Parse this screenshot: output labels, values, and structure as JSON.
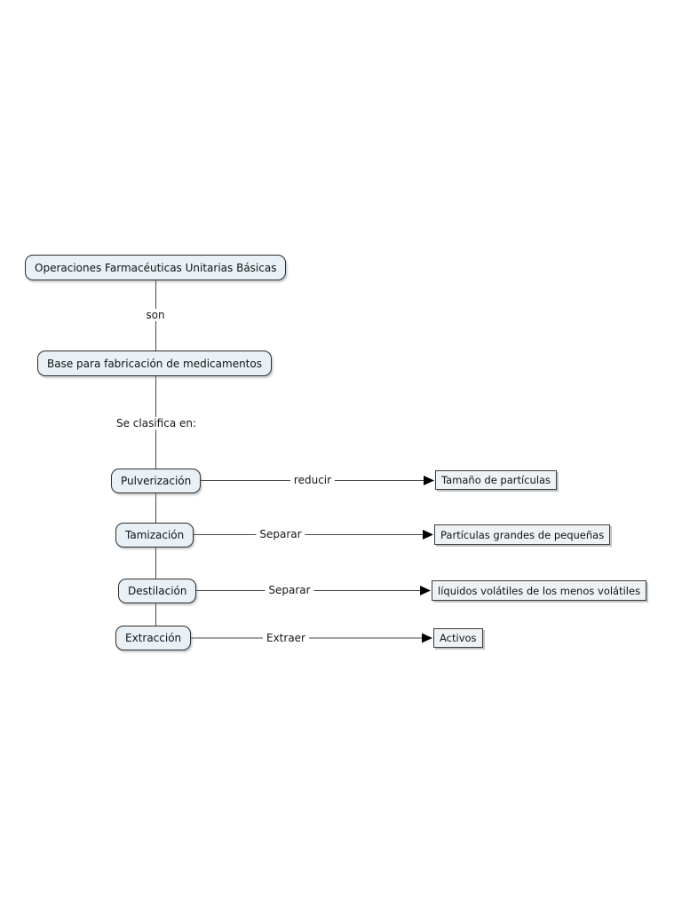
{
  "concept_map": {
    "root": {
      "label": "Operaciones Farmacéuticas Unitarias Básicas"
    },
    "base": {
      "label": "Base para fabricación de medicamentos"
    },
    "links": {
      "son": "son",
      "classification": "Se clasifica en:"
    },
    "operations": [
      {
        "name": "Pulverización",
        "verb": "reducir",
        "result": "Tamaño de partículas"
      },
      {
        "name": "Tamización",
        "verb": "Separar",
        "result": "Partículas grandes de pequeñas"
      },
      {
        "name": "Destilación",
        "verb": "Separar",
        "result": "líquidos volátiles de los menos volátiles"
      },
      {
        "name": "Extracción",
        "verb": "Extraer",
        "result": "Activos"
      }
    ],
    "colors": {
      "background": "#ffffff",
      "concept_fill": "#e9f1f6",
      "result_fill": "#eef2f4",
      "border": "#2e2e2e",
      "line": "#4a4a4a",
      "arrowhead": "#000000",
      "text": "#121212",
      "shadow": "#949da2"
    }
  }
}
